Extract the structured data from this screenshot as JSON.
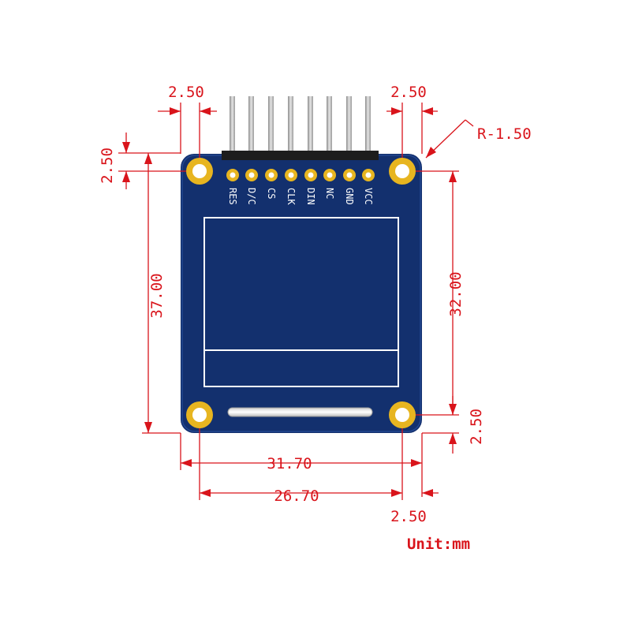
{
  "dimensions": {
    "top_left_offset": "2.50",
    "top_right_offset": "2.50",
    "corner_radius": "R-1.50",
    "left_top_offset": "2.50",
    "overall_height": "37.00",
    "hole_spacing_vertical": "32.00",
    "right_bottom_offset": "2.50",
    "overall_width": "31.70",
    "hole_spacing_horizontal": "26.70",
    "bottom_right_offset": "2.50"
  },
  "pins": [
    "RES",
    "D/C",
    "CS",
    "CLK",
    "DIN",
    "NC",
    "GND",
    "VCC"
  ],
  "unit_label": "Unit:mm",
  "colors": {
    "board": "#13306e",
    "dimension": "#d9141b",
    "pad": "#e7b520",
    "header_pin": "#b7b7b7",
    "header_housing": "#1d1d1d"
  }
}
